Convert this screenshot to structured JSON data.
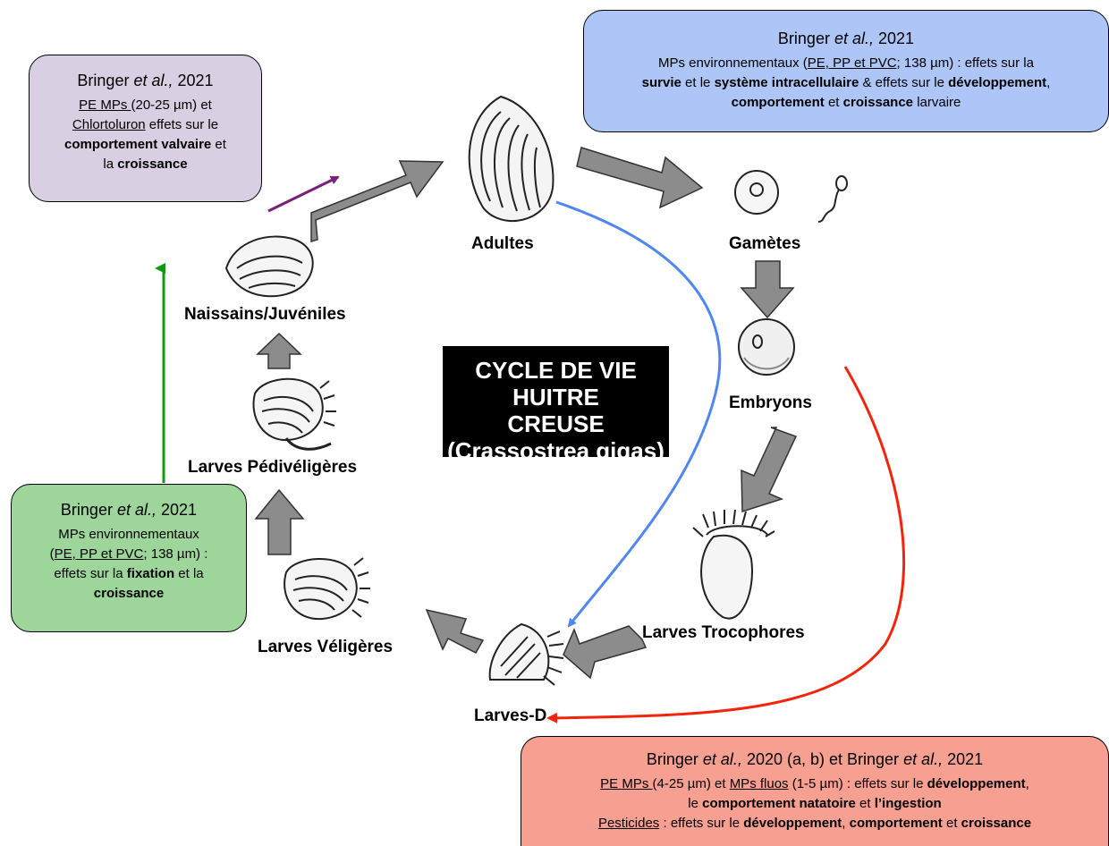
{
  "title": {
    "line1": "CYCLE DE VIE",
    "line2": "HUITRE",
    "line3": "CREUSE",
    "line4": "(Crassostrea gigas)"
  },
  "stages": {
    "adultes": "Adultes",
    "gametes": "Gamètes",
    "embryons": "Embryons",
    "trocophores": "Larves Trocophores",
    "larves_d": "Larves-D",
    "veligeres": "Larves Véligères",
    "pediveligeres": "Larves Pédivéligères",
    "naissains": "Naissains/Juvéniles"
  },
  "boxes": {
    "purple": {
      "author": "Bringer",
      "etal": "et al.,",
      "year": "2021",
      "t1": "PE MPs ",
      "t2": "(20-25 µm) et",
      "t3": "Chlortoluron",
      "t4": " effets sur le",
      "t5": "comportement valvaire",
      "t6": " et",
      "t7": "la ",
      "t8": "croissance",
      "color": "#d9cfe3"
    },
    "blue": {
      "author": "Bringer",
      "etal": "et al.,",
      "year": "2021",
      "t1": "MPs environnementaux (",
      "t2": "PE, PP et PVC",
      "t3": "; 138 µm) : effets sur la",
      "t4": "survie",
      "t5": " et le ",
      "t6": "système intracellulaire",
      "t7": " & effets sur le ",
      "t8": "développement",
      "t9": ",",
      "t10": "comportement",
      "t11": " et ",
      "t12": "croissance",
      "t13": " larvaire",
      "color": "#adc6f7"
    },
    "green": {
      "author": "Bringer",
      "etal": "et al.,",
      "year": "2021",
      "t1": "MPs environnementaux",
      "t2": "(",
      "t3": "PE, PP et PVC",
      "t4": "; 138 µm) :",
      "t5": "effets sur la ",
      "t6": "fixation",
      "t7": " et la",
      "t8": "croissance",
      "color": "#9dd59a"
    },
    "red": {
      "author1": "Bringer",
      "etal1": "et al.,",
      "mid": "2020 (a, b) et Bringer",
      "etal2": "et al.,",
      "year": "2021",
      "t1": "PE MPs ",
      "t2": "(4-25 µm) et ",
      "t3": "MPs fluos",
      "t4": " (1-5 µm) : effets sur le ",
      "t5": "développement",
      "t6": ",",
      "t7": "le ",
      "t8": "comportement natatoire",
      "t9": " et ",
      "t10": "l’ingestion",
      "t11": "Pesticides",
      "t12": " : effets sur le ",
      "t13": "développement",
      "t14": ", ",
      "t15": "comportement",
      "t16": " et ",
      "t17": "croissance",
      "color": "#f7a092"
    }
  },
  "colors": {
    "stage_arrow": "#8c8c8c",
    "purple_arrow": "#7b1f7b",
    "green_arrow": "#119911",
    "blue_arrow": "#4f86f0",
    "red_arrow": "#f0250c"
  }
}
